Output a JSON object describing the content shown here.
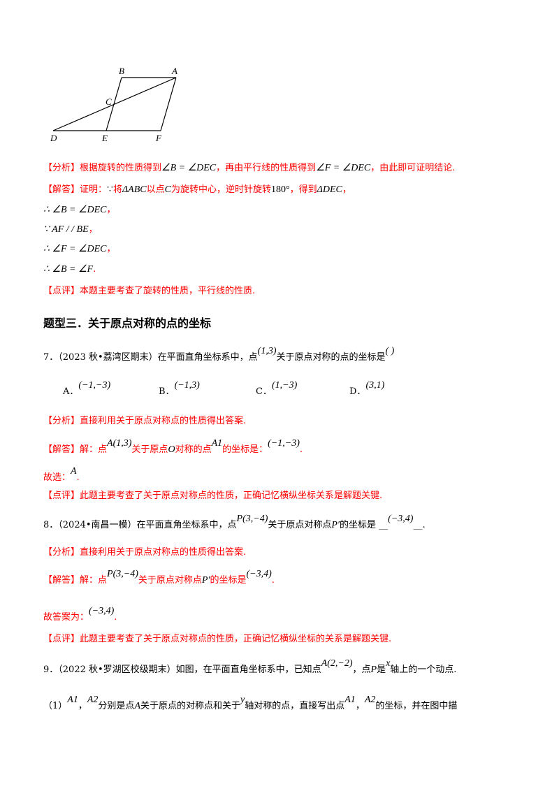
{
  "figure": {
    "labels": {
      "B": "B",
      "A": "A",
      "C": "C",
      "D": "D",
      "E": "E",
      "F": "F"
    }
  },
  "q6": {
    "analysis_tag": "【分析】",
    "analysis_1": "根据旋转的性质得到",
    "analysis_m1": "∠B = ∠DEC",
    "analysis_2": "，再由平行线的性质得到",
    "analysis_m2": "∠F = ∠DEC",
    "analysis_3": "，由此即可证明结论.",
    "answer_tag": "【解答】",
    "answer_1": "证明：",
    "answer_because": "∵",
    "answer_2": "将",
    "answer_m1": "ΔABC",
    "answer_3": "以点",
    "answer_m2": "C",
    "answer_4": "为旋转中心，逆时针旋转",
    "answer_m3": "180°",
    "answer_5": "，得到",
    "answer_m4": "ΔDEC",
    "answer_6": "，",
    "step1": "∴ ∠B = ∠DEC",
    "step2": "∵ AF / / BE",
    "step3": "∴ ∠F = ∠DEC",
    "step4": "∴ ∠B = ∠F",
    "comma": "，",
    "period": ".",
    "comment_tag": "【点评】",
    "comment": "本题主要考查了旋转的性质，平行线的性质."
  },
  "section_title": "题型三．关于原点对称的点的坐标",
  "q7": {
    "stem_1": "7．（2023 秋•荔湾区期末）在平面直角坐标系中，点",
    "stem_m": "(1,3)",
    "stem_2": "关于原点对称的点的坐标是",
    "stem_paren": "(        )",
    "options": [
      {
        "letter": "A．",
        "value": "(−1,−3)"
      },
      {
        "letter": "B．",
        "value": "(−1,3)"
      },
      {
        "letter": "C．",
        "value": "(1,−3)"
      },
      {
        "letter": "D．",
        "value": "(3,1)"
      }
    ],
    "analysis_tag": "【分析】",
    "analysis": "直接利用关于原点对称点的性质得出答案.",
    "answer_tag": "【解答】",
    "answer_1": "解：点",
    "answer_m1": "A(1,3)",
    "answer_2": "关于原点",
    "answer_m2": "O",
    "answer_3": "对称的点",
    "answer_m3": "A1",
    "answer_4": "的坐标是：",
    "answer_m4": "(−1,−3)",
    "answer_5": ".",
    "choice_1": "故选：",
    "choice_m": "A",
    "choice_2": ".",
    "comment_tag": "【点评】",
    "comment": "此题主要考查了关于原点对称点的性质，正确记忆横纵坐标关系是解题关键."
  },
  "q8": {
    "stem_1": "8．（2024•南昌一模）在平面直角坐标系中，点",
    "stem_m1": "P(3,−4)",
    "stem_2": "关于原点对称点",
    "stem_m2": "P′",
    "stem_3": "的坐标是",
    "blank_left": "__",
    "blank_val": "(−3,4)",
    "blank_right": "__.",
    "analysis_tag": "【分析】",
    "analysis": "直接利用关于原点对称点的性质得出答案.",
    "answer_tag": "【解答】",
    "answer_1": "解：点",
    "answer_m1": "P(3,−4)",
    "answer_2": "关于原点对称点",
    "answer_m2": "P′",
    "answer_3": "的坐标是",
    "answer_m3": "(−3,4)",
    "answer_4": ".",
    "final_1": "故答案为：",
    "final_m": "(−3,4)",
    "final_2": ".",
    "comment_tag": "【点评】",
    "comment": "此题主要考查了关于原点对称点的性质，正确记忆横纵坐标的关系是解题关键."
  },
  "q9": {
    "stem_1": "9．（2022 秋•罗湖区校级期末）如图，在平面直角坐标系中，已知点",
    "stem_m1": "A(2,−2)",
    "stem_2": "，点",
    "stem_m2": "P",
    "stem_3": "是",
    "stem_m3": "x",
    "stem_4": "轴上的一个动点.",
    "p1_1": "（1）",
    "p1_m1": "A1",
    "p1_2": "，",
    "p1_m2": "A2",
    "p1_3": "分别是点",
    "p1_m3": "A",
    "p1_4": "关于原点的对称点和关于",
    "p1_m4": "y",
    "p1_5": "轴对称的点，直接写出点",
    "p1_m5": "A1",
    "p1_6": "，",
    "p1_m6": "A2",
    "p1_7": "的坐标，并在图中描"
  }
}
